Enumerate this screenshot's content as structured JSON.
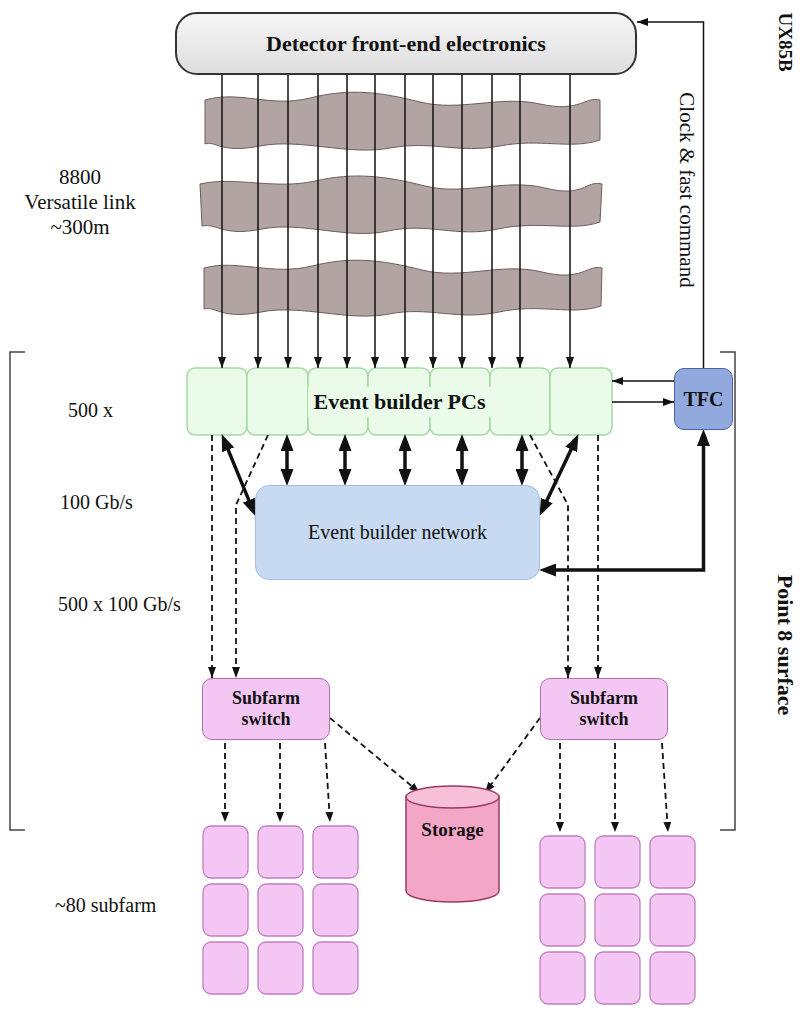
{
  "diagram": {
    "nodes": [
      {
        "text": [
          "Detector front-end electronics"
        ]
      },
      {
        "text": [
          "Event builder PCs"
        ]
      },
      {
        "text": [
          "TFC"
        ]
      },
      {
        "text": [
          "Event builder network"
        ]
      },
      {
        "text": [
          "Subfarm switch"
        ]
      },
      {
        "text": [
          "Storage"
        ]
      },
      {
        "text": [
          "Subfarm switch"
        ]
      }
    ],
    "edges": [
      {
        "from": 0,
        "to": 1,
        "arrow": "to"
      },
      {
        "from": 0,
        "to": 1,
        "arrow": "to"
      },
      {
        "from": 0,
        "to": 1,
        "arrow": "to"
      },
      {
        "from": 0,
        "to": 1,
        "arrow": "to"
      },
      {
        "from": 0,
        "to": 1,
        "arrow": "to"
      },
      {
        "from": 0,
        "to": 1,
        "arrow": "to"
      },
      {
        "from": 0,
        "to": 1,
        "arrow": "to"
      },
      {
        "from": 0,
        "to": 1,
        "arrow": "to"
      },
      {
        "from": 0,
        "to": 1,
        "arrow": "to"
      },
      {
        "from": 0,
        "to": 1,
        "arrow": "to"
      },
      {
        "from": 0,
        "to": 1,
        "arrow": "to"
      },
      {
        "from": 0,
        "to": 1,
        "arrow": "to"
      },
      {
        "from": 2,
        "to": 1,
        "arrow": "to"
      },
      {
        "from": 1,
        "to": 2,
        "arrow": "to"
      },
      {
        "from": 2,
        "to": 0,
        "label": "Clock & fast command",
        "arrow": "to"
      },
      {
        "from": 1,
        "to": 3,
        "arrow": "both"
      },
      {
        "from": 1,
        "to": 3,
        "arrow": "both"
      },
      {
        "from": 1,
        "to": 3,
        "arrow": "both"
      },
      {
        "from": 1,
        "to": 3,
        "arrow": "both"
      },
      {
        "from": 1,
        "to": 3,
        "arrow": "both"
      },
      {
        "from": 1,
        "to": 3,
        "arrow": "both"
      },
      {
        "from": 1,
        "to": 3,
        "arrow": "both"
      },
      {
        "from": 3,
        "to": 2,
        "arrow": "both"
      },
      {
        "from": 1,
        "to": 4,
        "arrow": "to"
      },
      {
        "from": 1,
        "to": 4,
        "arrow": "to"
      },
      {
        "from": 1,
        "to": 6,
        "arrow": "to"
      },
      {
        "from": 1,
        "to": 6,
        "arrow": "to"
      },
      {
        "from": 4,
        "to": 5,
        "arrow": "to"
      },
      {
        "from": 6,
        "to": 5,
        "arrow": "to"
      }
    ],
    "labels": [
      "8800 Versatile link ~300m",
      "500 x",
      "100 Gb/s",
      "500 x 100 Gb/s",
      "~80 subfarm",
      "UX85B",
      "Point 8 surface"
    ]
  }
}
